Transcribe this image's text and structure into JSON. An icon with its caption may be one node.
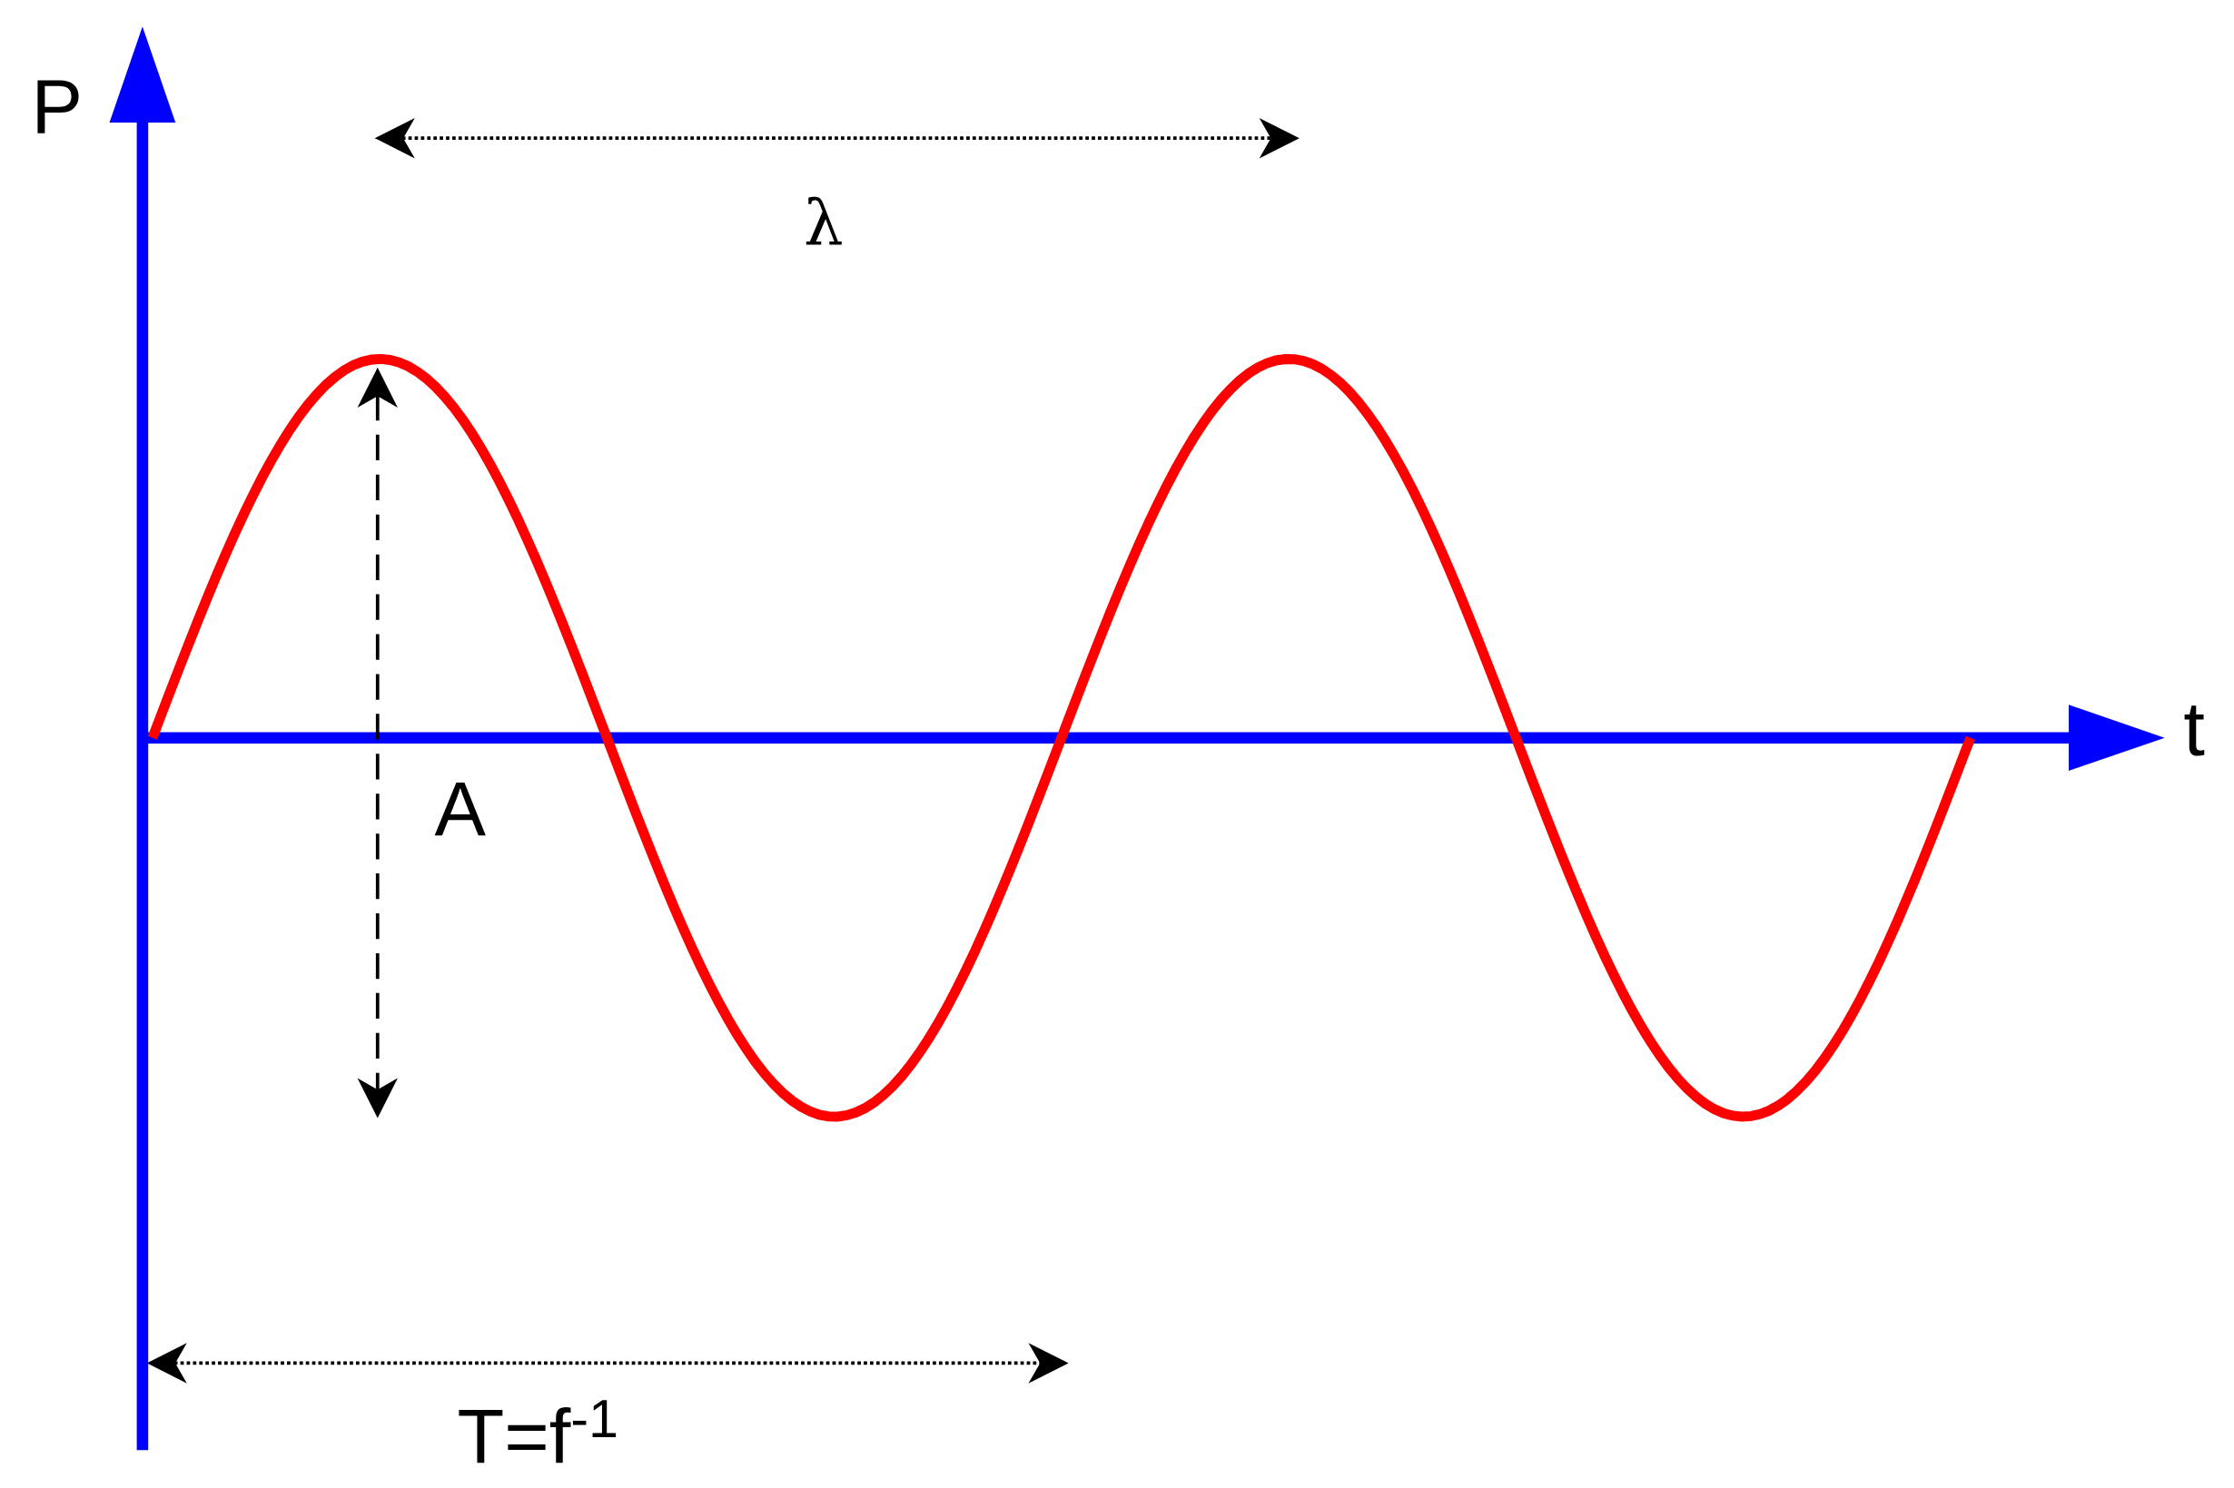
{
  "diagram": {
    "labels": [
      "P",
      "t",
      "λ",
      "A",
      "T=f$^{-1}$"
    ]
  }
}
